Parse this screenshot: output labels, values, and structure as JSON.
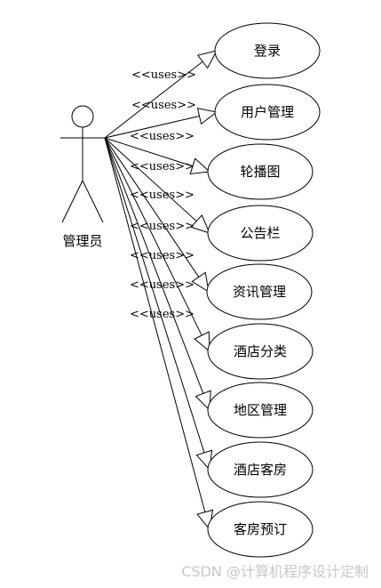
{
  "actor": {
    "label": "管理员"
  },
  "relation_label": "<<uses>>",
  "use_cases": [
    {
      "label": "登录"
    },
    {
      "label": "用户管理"
    },
    {
      "label": "轮播图"
    },
    {
      "label": "公告栏"
    },
    {
      "label": "资讯管理"
    },
    {
      "label": "酒店分类"
    },
    {
      "label": "地区管理"
    },
    {
      "label": "酒店客房"
    },
    {
      "label": "客房预订"
    }
  ],
  "watermark": "CSDN @计算机程序设计定制"
}
